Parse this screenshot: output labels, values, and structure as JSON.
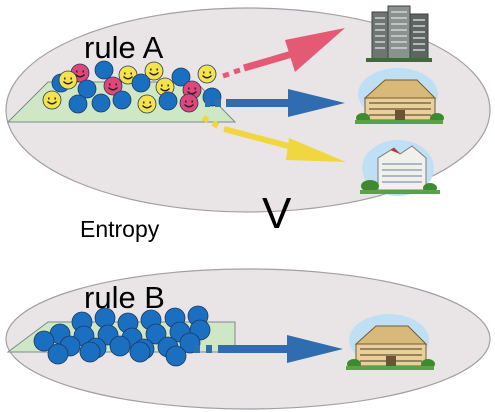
{
  "labels": {
    "rule_a": "rule A",
    "rule_b": "rule B",
    "entropy": "Entropy",
    "comparison": "V"
  },
  "colors": {
    "ellipse_fill": "#e9e5e6",
    "ellipse_stroke": "#a39fa6",
    "plane_fill": "#cfe7c4",
    "plane_stroke": "#7b8b8c",
    "ball_blue": "#1a6fc0",
    "ball_pink": "#e0467a",
    "ball_yellow": "#f6e24a",
    "arrow_red": "#e45a74",
    "arrow_blue": "#2f6db0",
    "arrow_yellow": "#f2d640"
  },
  "icons": {
    "rule_a_targets": [
      "office-tower-icon",
      "hotel-building-icon",
      "hospital-building-icon"
    ],
    "rule_b_targets": [
      "hotel-building-icon"
    ]
  }
}
